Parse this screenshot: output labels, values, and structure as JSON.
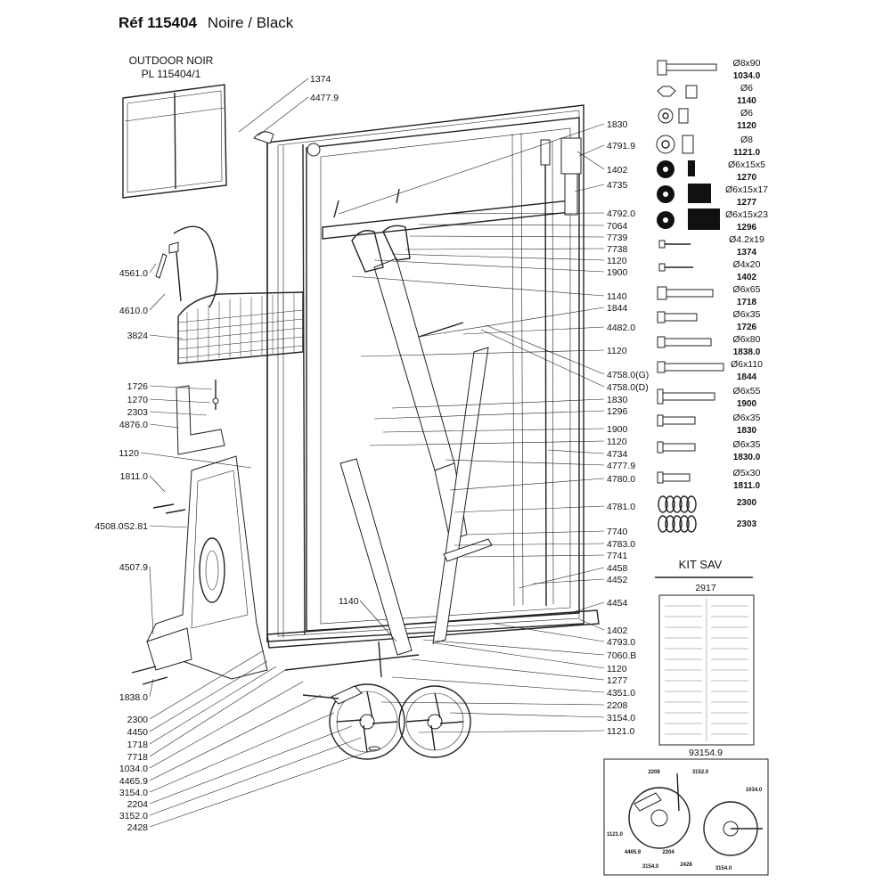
{
  "title": {
    "ref": "Réf 115404",
    "subtitle": "Noire / Black"
  },
  "outdoor": {
    "line1": "OUTDOOR  NOIR",
    "line2": "PL 115404/1"
  },
  "kit": {
    "title": "KIT SAV",
    "code_top": "2917",
    "code_bottom": "93154.9"
  },
  "left_labels": [
    "4561.0",
    "4610.0",
    "3824",
    "1726",
    "1270",
    "2303",
    "4876.0",
    "1120",
    "1811.0",
    "4508.0S2.81",
    "4507.9",
    "1838.0",
    "2300",
    "4450",
    "1718",
    "7718",
    "1034.0",
    "4465.9",
    "3154.0",
    "2204",
    "3152.0",
    "2428"
  ],
  "top_labels": [
    "1374",
    "4477.9"
  ],
  "right_labels": [
    "1830",
    "4791.9",
    "1402",
    "4735",
    "4792.0",
    "7064",
    "7739",
    "7738",
    "1120",
    "1900",
    "1140",
    "1844",
    "4482.0",
    "1120",
    "4758.0(G)",
    "4758.0(D)",
    "1830",
    "1296",
    "1900",
    "1120",
    "4734",
    "4777.9",
    "4780.0",
    "4781.0",
    "7740",
    "4783.0",
    "7741",
    "4458",
    "4452",
    "4454",
    "1402",
    "4793.0",
    "7060.B",
    "1120",
    "1277",
    "4351.0",
    "2208",
    "3154.0",
    "1121.0"
  ],
  "mid_label": "1140",
  "hardware": [
    {
      "dim": "Ø8x90",
      "code": "1034.0"
    },
    {
      "dim": "Ø6",
      "code": "1140"
    },
    {
      "dim": "Ø6",
      "code": "1120"
    },
    {
      "dim": "Ø8",
      "code": "1121.0"
    },
    {
      "dim": "Ø6x15x5",
      "code": "1270"
    },
    {
      "dim": "Ø6x15x17",
      "code": "1277"
    },
    {
      "dim": "Ø6x15x23",
      "code": "1296"
    },
    {
      "dim": "Ø4.2x19",
      "code": "1374"
    },
    {
      "dim": "Ø4x20",
      "code": "1402"
    },
    {
      "dim": "Ø6x65",
      "code": "1718"
    },
    {
      "dim": "Ø6x35",
      "code": "1726"
    },
    {
      "dim": "Ø6x80",
      "code": "1838.0"
    },
    {
      "dim": "Ø6x110",
      "code": "1844"
    },
    {
      "dim": "Ø6x55",
      "code": "1900"
    },
    {
      "dim": "Ø6x35",
      "code": "1830"
    },
    {
      "dim": "Ø6x35",
      "code": "1830.0"
    },
    {
      "dim": "Ø5x30",
      "code": "1811.0"
    },
    {
      "dim": "",
      "code": "2300"
    },
    {
      "dim": "",
      "code": "2303"
    }
  ],
  "inset_labels": [
    "2208",
    "3152.0",
    "1034.0",
    "1121.0",
    "4465.9",
    "2204",
    "2428",
    "3154.0",
    "3154.0"
  ]
}
